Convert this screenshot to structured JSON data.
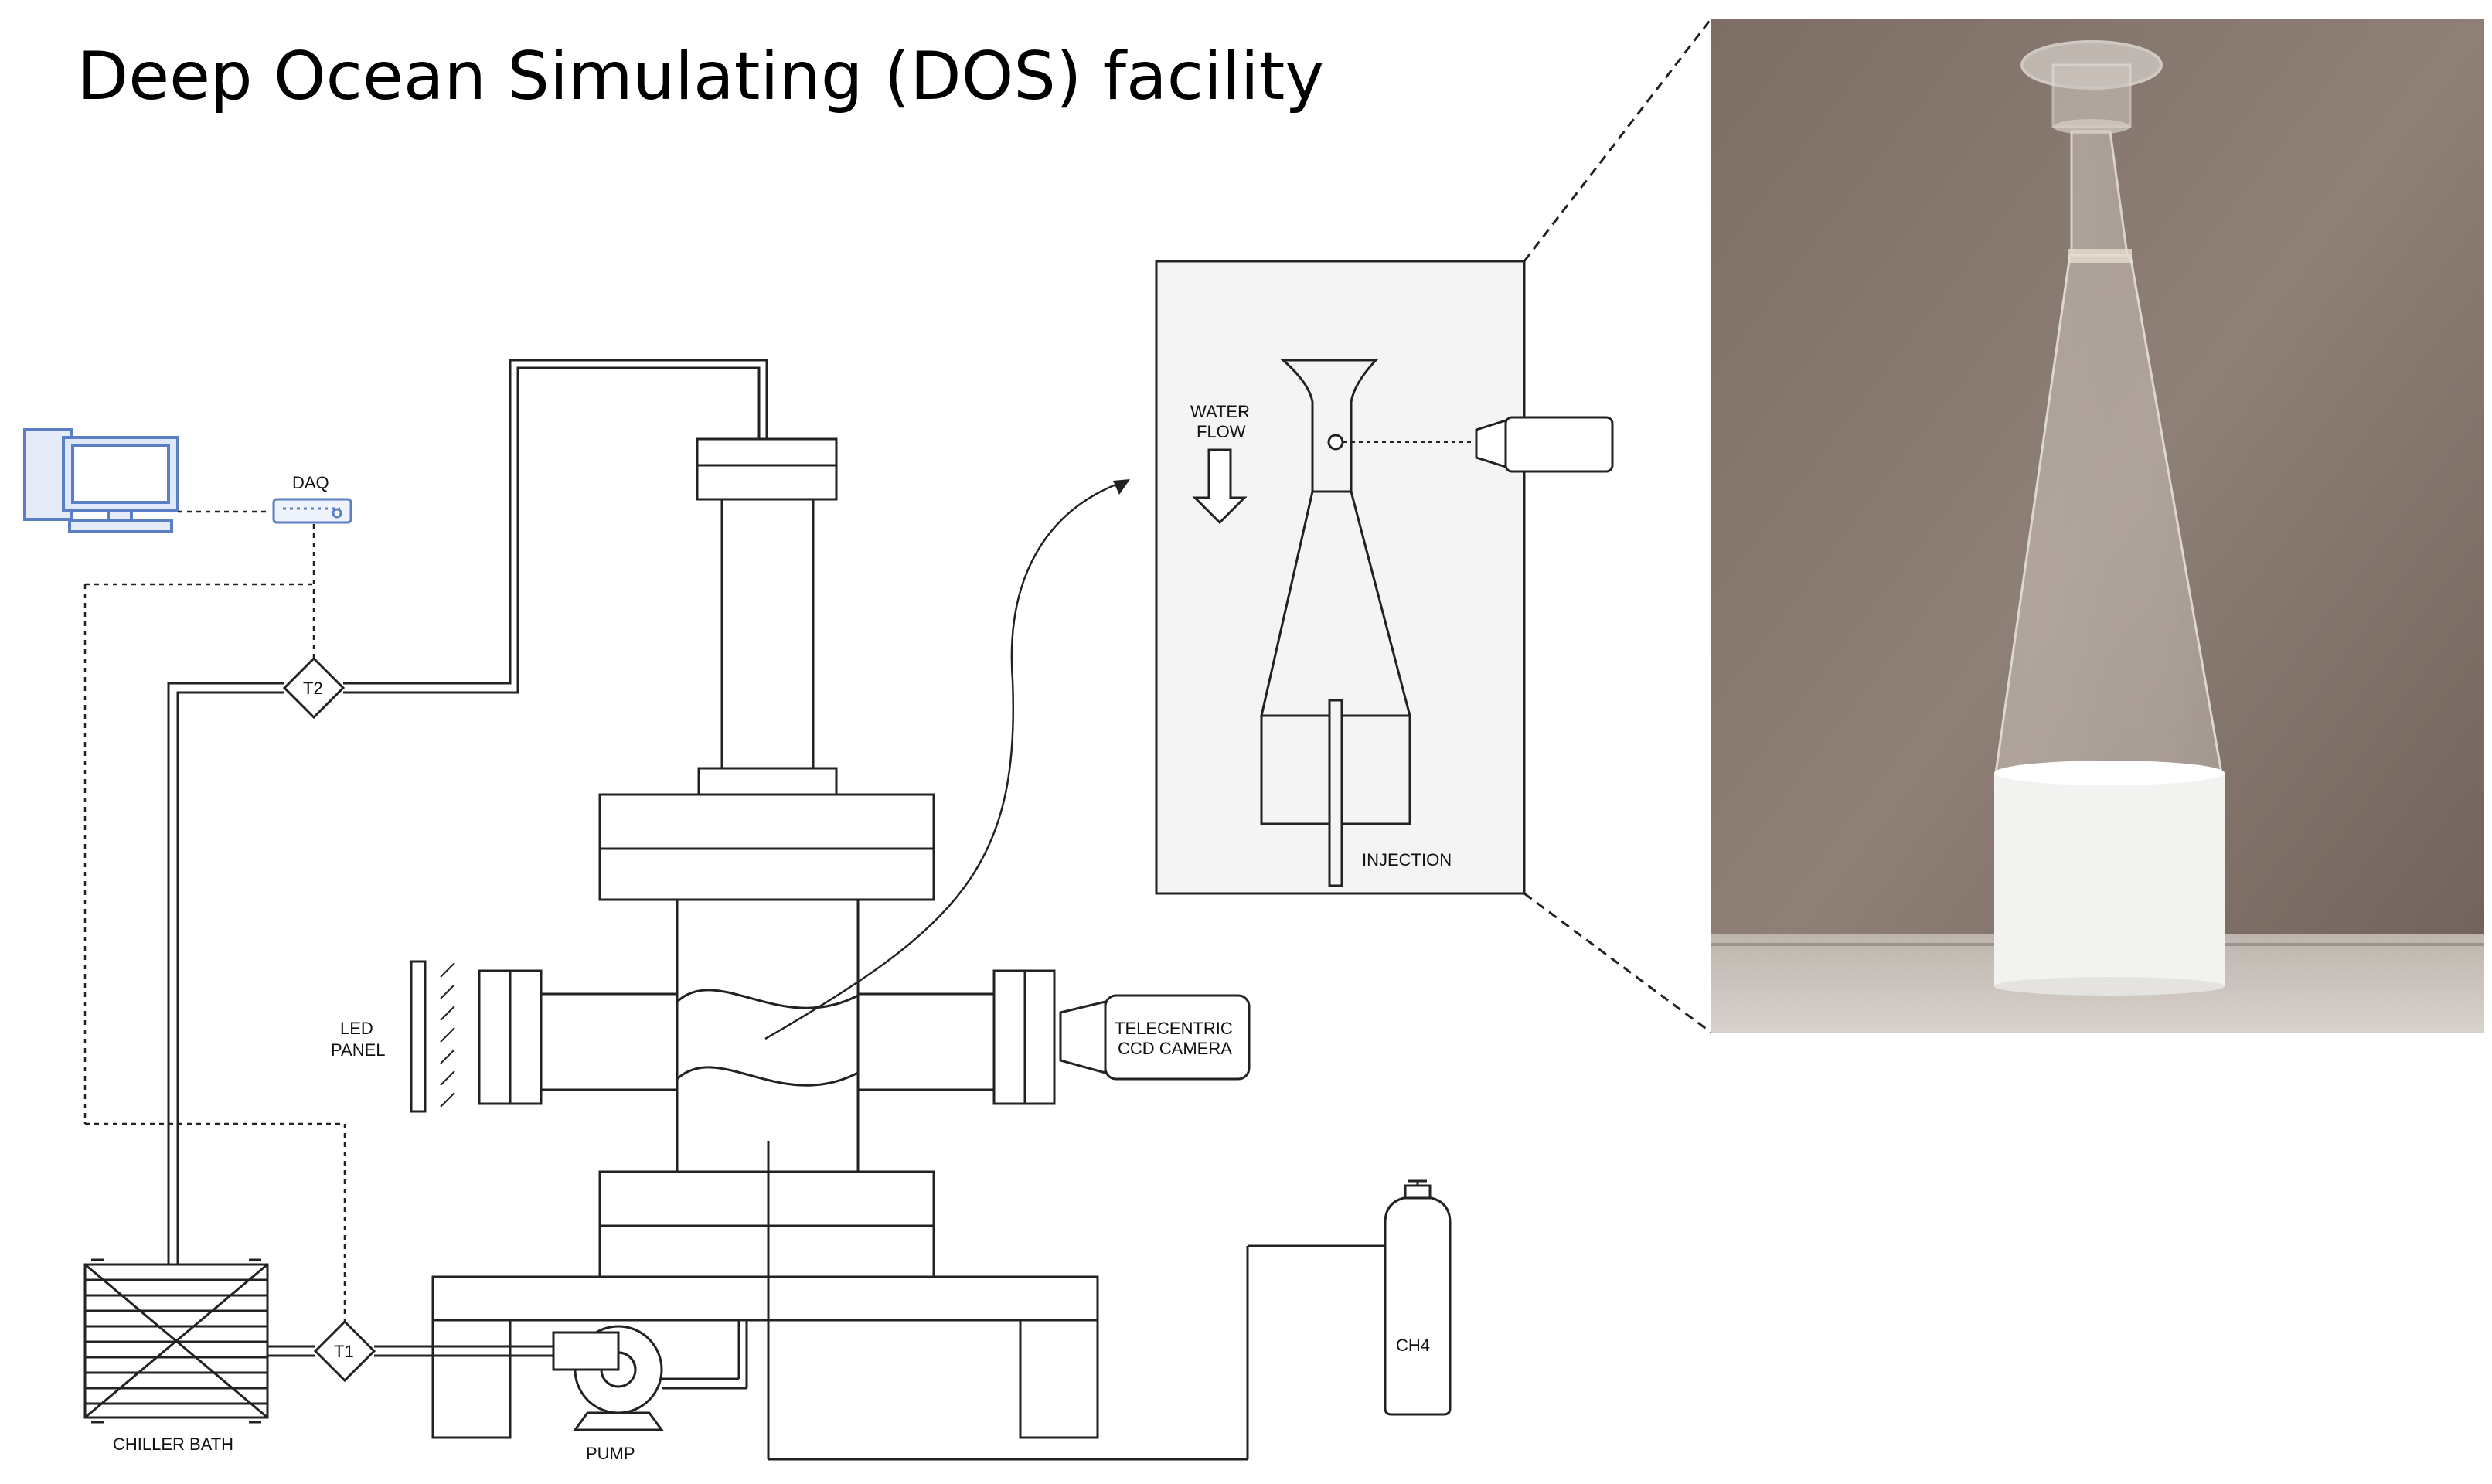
{
  "title": "Deep Ocean Simulating (DOS) facility",
  "labels": {
    "daq": "DAQ",
    "t2": "T2",
    "t1": "T1",
    "led_panel_line1": "LED",
    "led_panel_line2": "PANEL",
    "camera_line1": "TELECENTRIC",
    "camera_line2": "CCD CAMERA",
    "chiller_bath": "CHILLER BATH",
    "pump": "PUMP",
    "ch4": "CH4",
    "water_flow_line1": "WATER",
    "water_flow_line2": "FLOW",
    "injection": "INJECTION"
  },
  "colors": {
    "line": "#222222",
    "inset_fill": "#f4f4f4",
    "computer_blue": "#5b7fc4",
    "photo_wall": "#8a7a70",
    "photo_floor": "#c9c2bb",
    "cylinder_white": "#f2f2f0"
  },
  "icons": {
    "computer": "desktop-computer-icon",
    "daq": "daq-device-icon",
    "camera": "camera-icon",
    "pump": "pump-icon",
    "gas_cylinder": "gas-cylinder-icon"
  }
}
